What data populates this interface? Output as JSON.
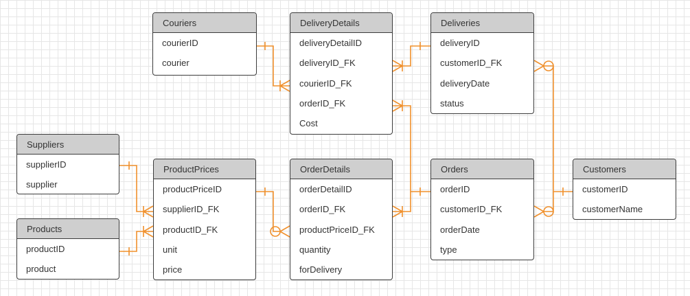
{
  "colors": {
    "connector": "#f0902c",
    "header_fill": "#cfcfcf",
    "border": "#3b3b3b",
    "grid": "#e6e6e6"
  },
  "entities": {
    "couriers": {
      "title": "Couriers",
      "fields": [
        "courierID",
        "courier"
      ]
    },
    "deliveryDetails": {
      "title": "DeliveryDetails",
      "fields": [
        "deliveryDetailID",
        "deliveryID_FK",
        "courierID_FK",
        "orderID_FK",
        "Cost"
      ]
    },
    "deliveries": {
      "title": "Deliveries",
      "fields": [
        "deliveryID",
        "customerID_FK",
        "deliveryDate",
        "status"
      ]
    },
    "suppliers": {
      "title": "Suppliers",
      "fields": [
        "supplierID",
        "supplier"
      ]
    },
    "products": {
      "title": "Products",
      "fields": [
        "productID",
        "product"
      ]
    },
    "productPrices": {
      "title": "ProductPrices",
      "fields": [
        "productPriceID",
        "supplierID_FK",
        "productID_FK",
        "unit",
        "price"
      ]
    },
    "orderDetails": {
      "title": "OrderDetails",
      "fields": [
        "orderDetailID",
        "orderID_FK",
        "productPriceID_FK",
        "quantity",
        "forDelivery"
      ]
    },
    "orders": {
      "title": "Orders",
      "fields": [
        "orderID",
        "customerID_FK",
        "orderDate",
        "type"
      ]
    },
    "customers": {
      "title": "Customers",
      "fields": [
        "customerID",
        "customerName"
      ]
    }
  },
  "relationships": [
    {
      "from": "couriers.courierID",
      "to": "deliveryDetails.courierID_FK",
      "from_end": "one",
      "to_end": "one-or-many"
    },
    {
      "from": "deliveries.deliveryID",
      "to": "deliveryDetails.deliveryID_FK",
      "from_end": "one",
      "to_end": "one-or-many"
    },
    {
      "from": "orders.orderID",
      "to": "deliveryDetails.orderID_FK",
      "from_end": "one",
      "to_end": "one-or-many"
    },
    {
      "from": "orders.orderID",
      "to": "orderDetails.orderID_FK",
      "from_end": "one",
      "to_end": "one-or-many"
    },
    {
      "from": "customers.customerID",
      "to": "deliveries.customerID_FK",
      "from_end": "one",
      "to_end": "zero-or-many"
    },
    {
      "from": "customers.customerID",
      "to": "orders.customerID_FK",
      "from_end": "one",
      "to_end": "zero-or-many"
    },
    {
      "from": "suppliers.supplierID",
      "to": "productPrices.supplierID_FK",
      "from_end": "one",
      "to_end": "one-or-many"
    },
    {
      "from": "products.productID",
      "to": "productPrices.productID_FK",
      "from_end": "one",
      "to_end": "one-or-many"
    },
    {
      "from": "productPrices.productPriceID",
      "to": "orderDetails.productPriceID_FK",
      "from_end": "one",
      "to_end": "zero-or-many"
    }
  ]
}
